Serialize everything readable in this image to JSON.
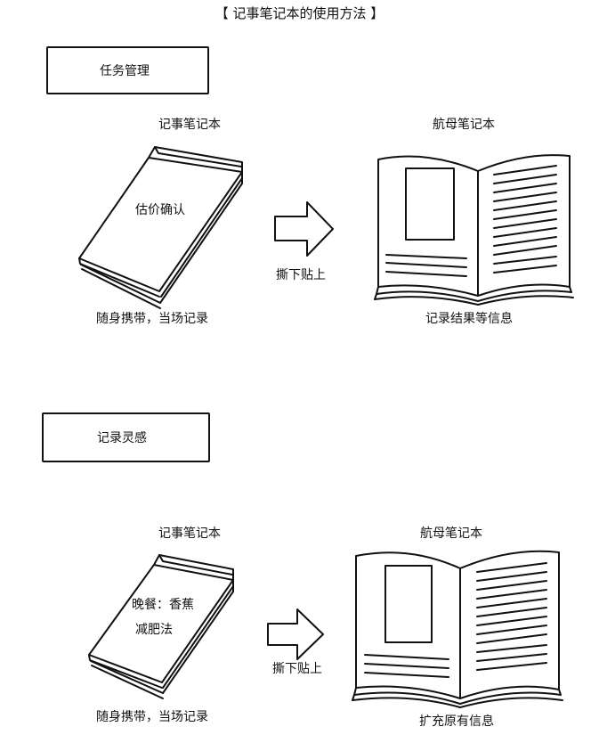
{
  "title": "【 记事笔记本的使用方法 】",
  "sections": [
    {
      "heading": "任务管理",
      "left_label": "记事笔记本",
      "right_label": "航母笔记本",
      "note_lines": [
        "估价确认"
      ],
      "arrow_label": "撕下贴上",
      "left_caption": "随身携带，当场记录",
      "right_caption": "记录结果等信息"
    },
    {
      "heading": "记录灵感",
      "left_label": "记事笔记本",
      "right_label": "航母笔记本",
      "note_lines": [
        "晚餐：香蕉",
        "减肥法"
      ],
      "arrow_label": "撕下贴上",
      "left_caption": "随身携带，当场记录",
      "right_caption": "扩充原有信息"
    }
  ],
  "icons": [
    "notepad-icon",
    "arrow-right-icon",
    "open-book-icon"
  ]
}
